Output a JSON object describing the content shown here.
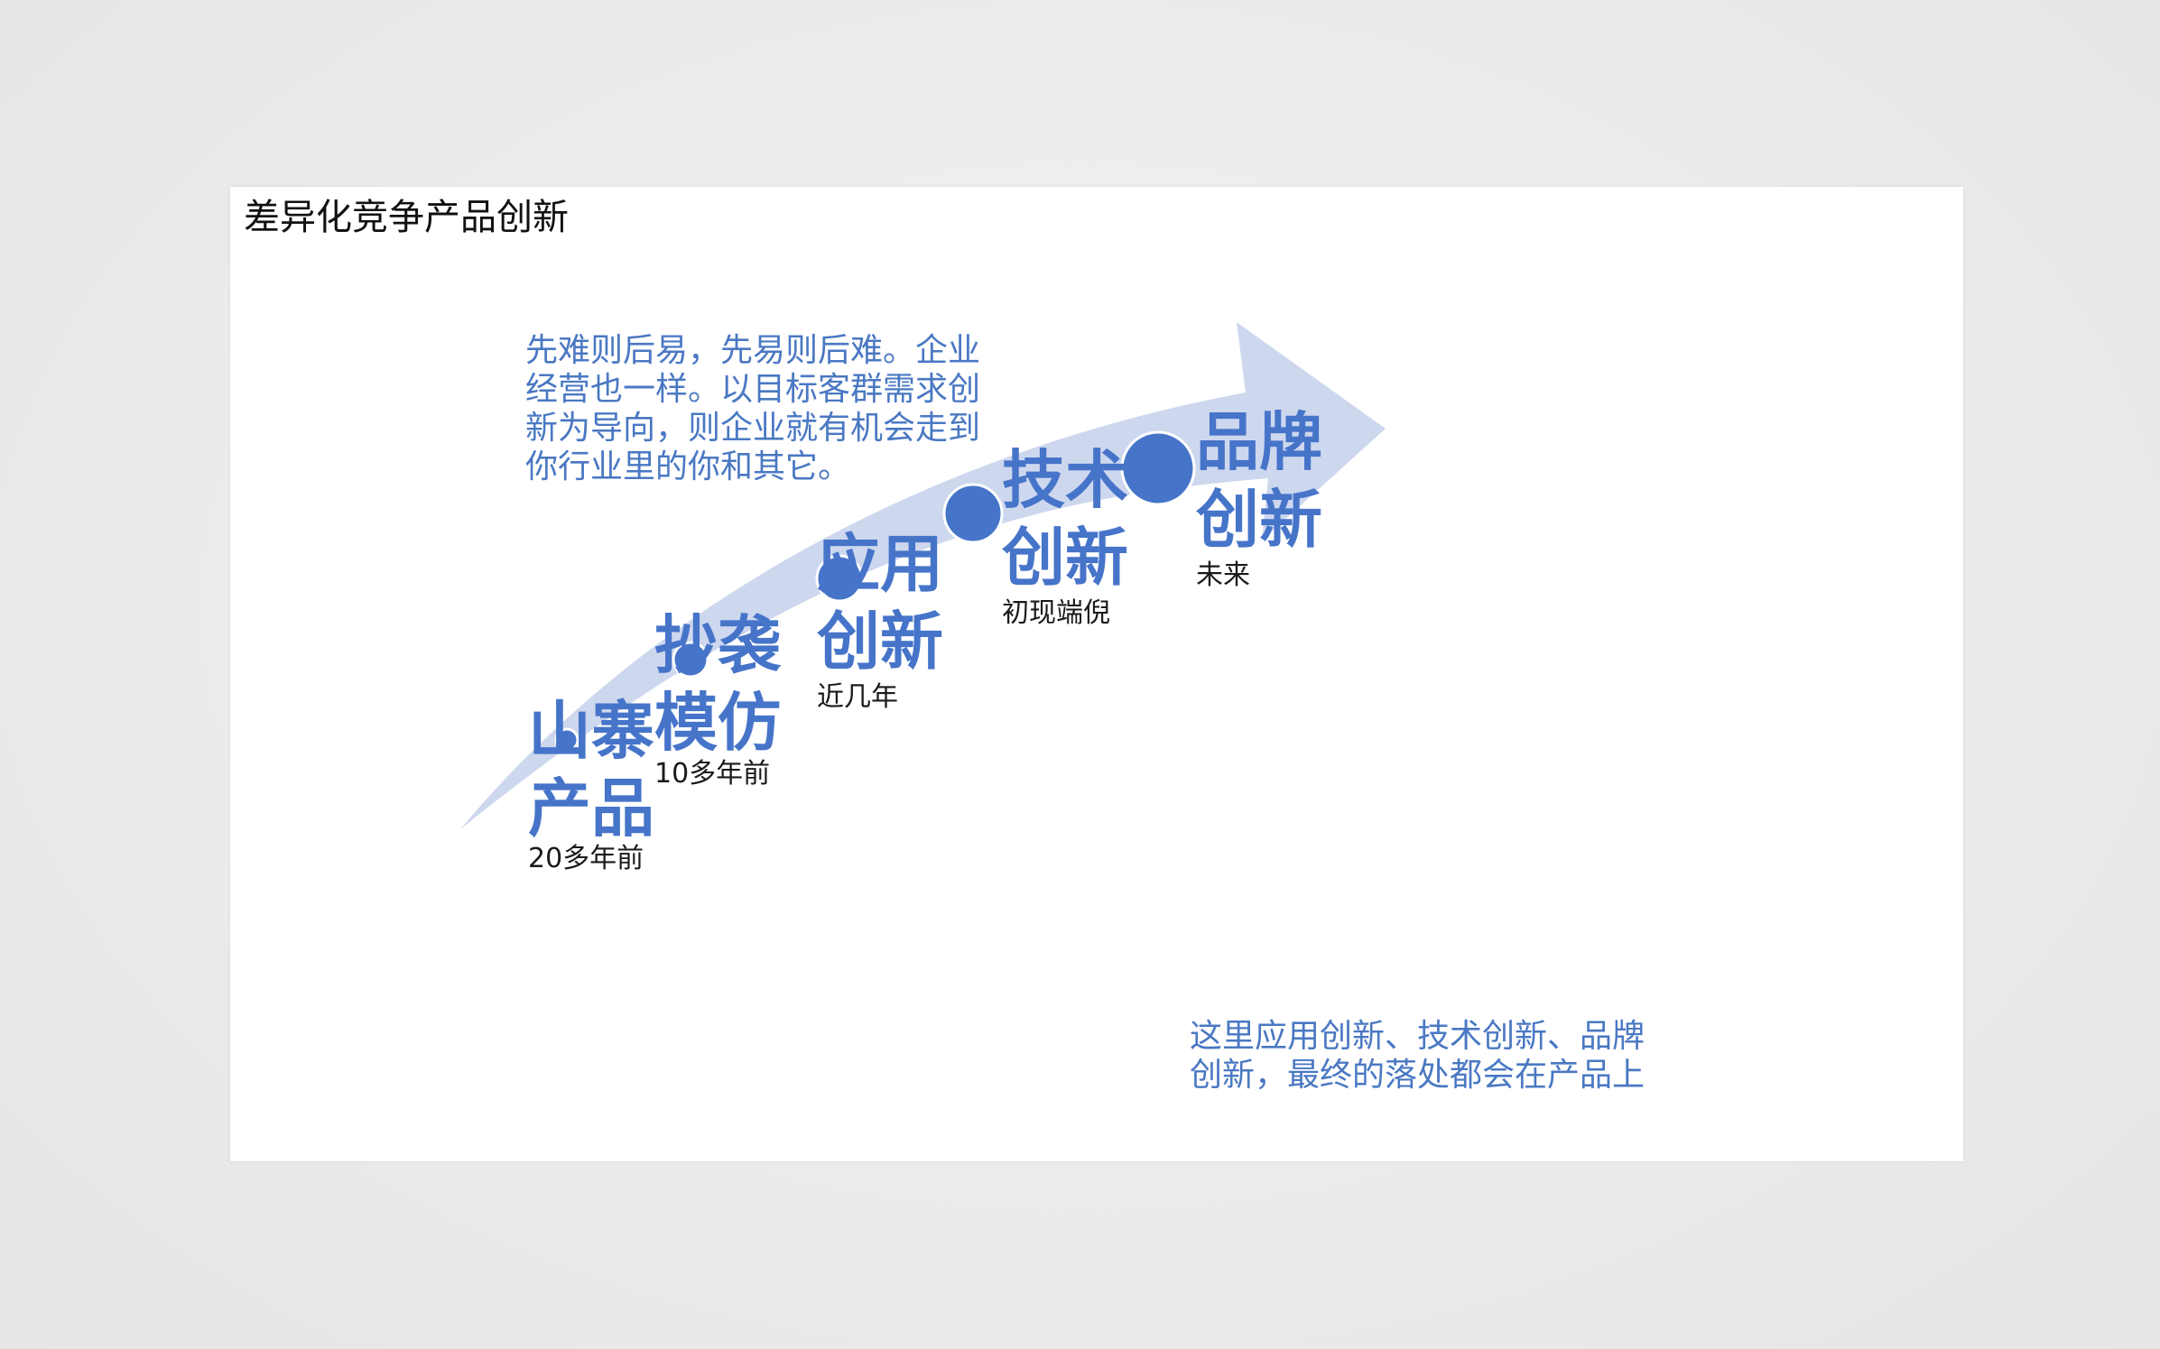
{
  "slide": {
    "title": "差异化竞争产品创新",
    "intro": "先难则后易，先易则后难。企业经营也一样。以目标客群需求创新为导向，则企业就有机会走到你行业里的你和其它。",
    "note": "这里应用创新、技术创新、品牌创新，最终的落处都会在产品上"
  },
  "colors": {
    "arrow_fill": "#cdd7ee",
    "circle_fill": "#4674c9",
    "accent_text": "#4a78c3"
  },
  "stages": [
    {
      "label": "山寨\n产品",
      "time": "20多年前"
    },
    {
      "label": "抄袭\n模仿",
      "time": "10多年前"
    },
    {
      "label": "应用\n创新",
      "time": "近几年"
    },
    {
      "label": "技术\n创新",
      "time": "初现端倪"
    },
    {
      "label": "品牌\n创新",
      "time": "未来"
    }
  ]
}
